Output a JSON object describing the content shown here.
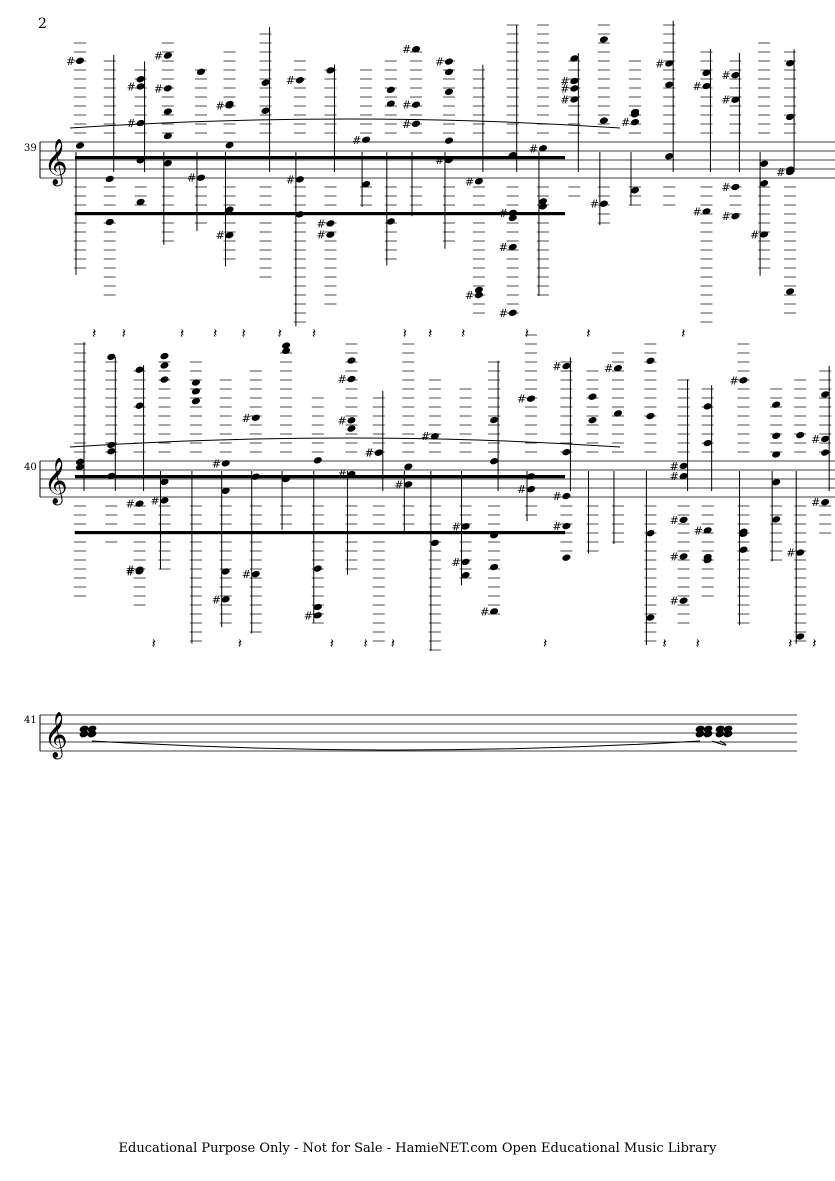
{
  "page": {
    "number": "2",
    "footer": "Educational Purpose Only - Not for Sale - HamieNET.com Open Educational Music Library"
  },
  "systems": [
    {
      "measure_number": "39",
      "clef": "treble"
    },
    {
      "measure_number": "40",
      "clef": "treble"
    },
    {
      "measure_number": "41",
      "clef": "treble"
    }
  ]
}
